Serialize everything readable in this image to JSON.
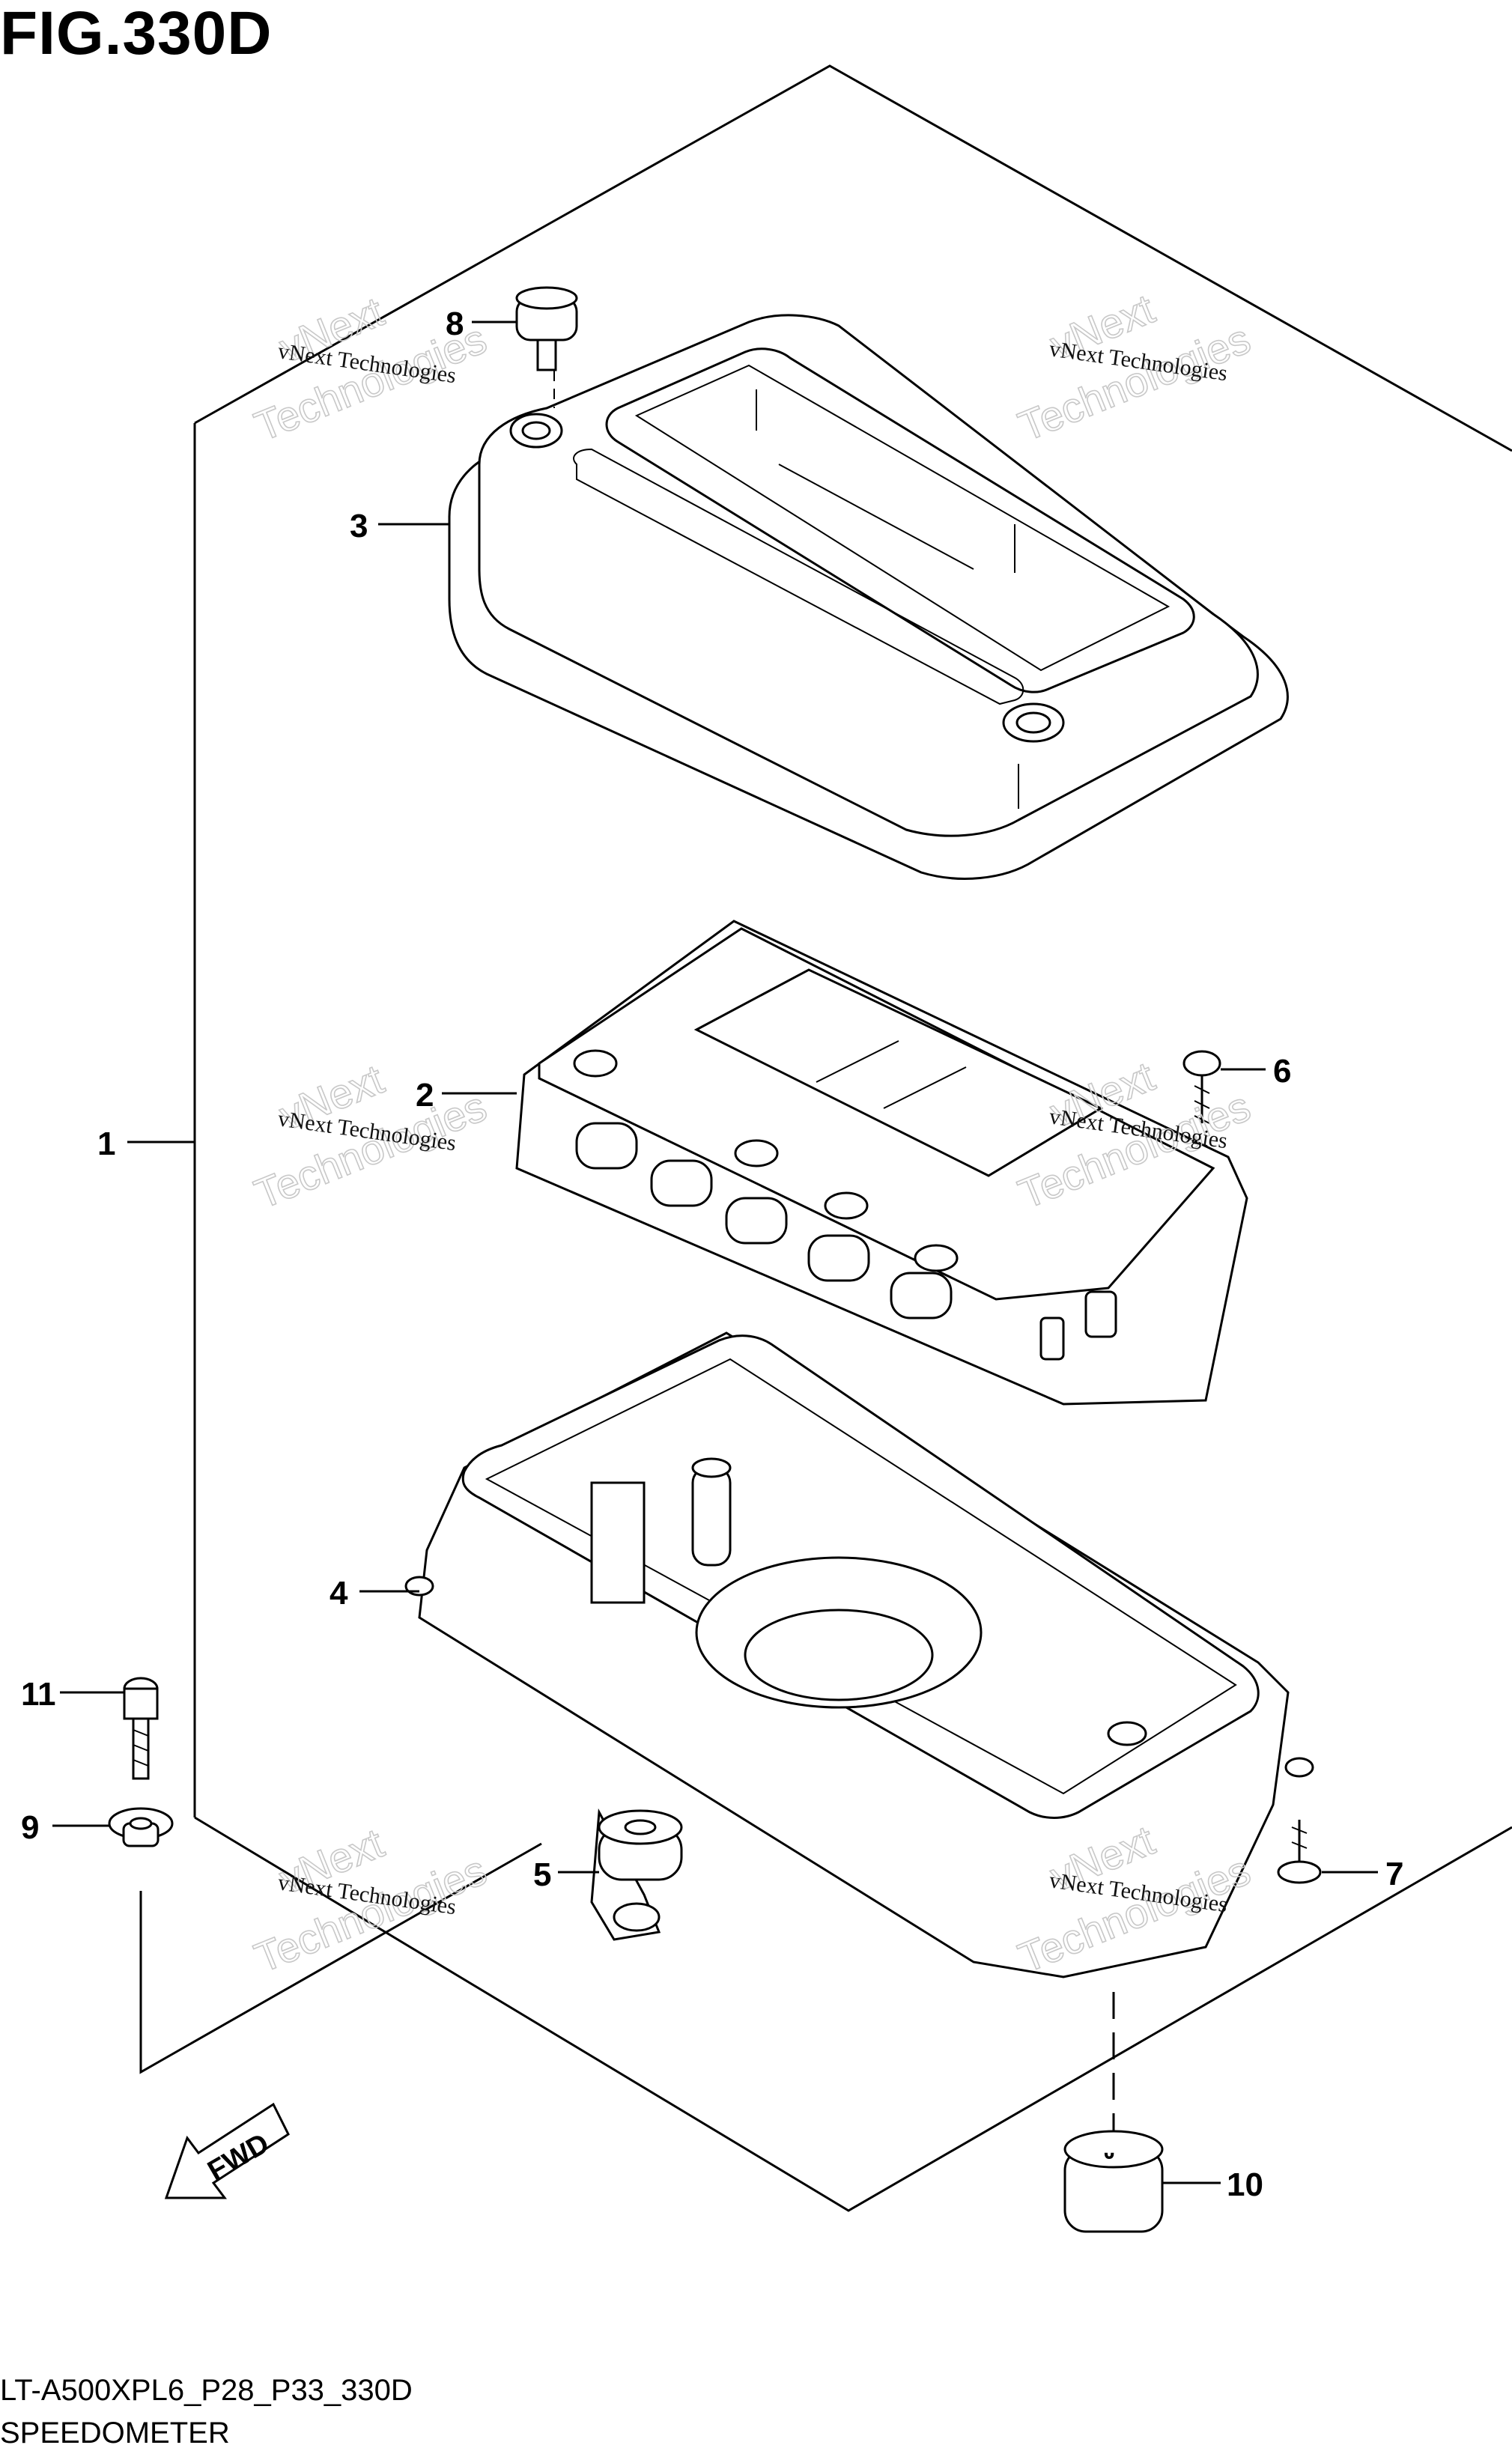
{
  "figure_title": "FIG.330D",
  "footer": {
    "code": "LT-A500XPL6_P28_P33_330D",
    "section": "SPEEDOMETER"
  },
  "watermark": {
    "small": "vNext Technologies",
    "big_line1": "vNext",
    "big_line2": "Technologies"
  },
  "fwd_label": "FWD",
  "callouts": [
    "1",
    "2",
    "3",
    "4",
    "5",
    "6",
    "7",
    "8",
    "9",
    "10",
    "11"
  ]
}
